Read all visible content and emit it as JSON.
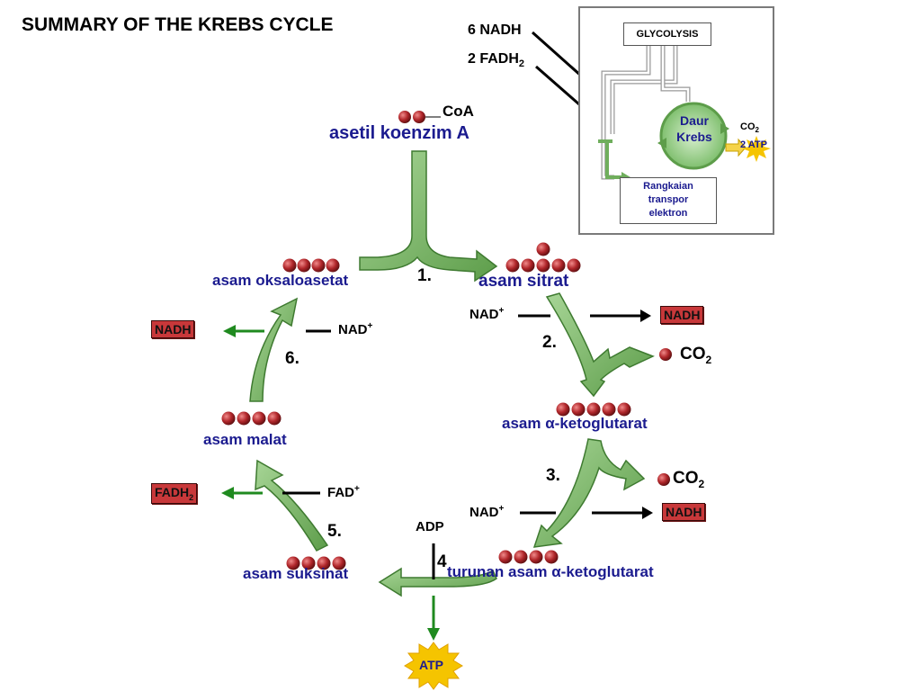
{
  "title": "SUMMARY OF THE KREBS CYCLE",
  "acetyl": {
    "coa": "CoA",
    "name": "asetil koenzim A"
  },
  "top_right": {
    "nadh": "6 NADH",
    "fadh": "2 FADH",
    "fadh_sub": "2"
  },
  "inset": {
    "glycolysis": "GLYCOLYSIS",
    "cycle_line1": "Daur",
    "cycle_line2": "Krebs",
    "co2": "CO",
    "co2_sub": "2",
    "atp": "2 ATP",
    "etc_line1": "Rangkaian",
    "etc_line2": "transpor",
    "etc_line3": "elektron"
  },
  "molecules": {
    "oxaloacetate": "asam oksaloasetat",
    "citrate": "asam sitrat",
    "ketoglutarate_prefix": "asam ",
    "alpha": "α",
    "ketoglutarate_suffix": "-ketoglutarat",
    "derivative_prefix": "turunan asam ",
    "derivative_suffix": "-ketoglutarat",
    "succinate": "asam suksinat",
    "malate": "asam malat"
  },
  "steps": {
    "s1": "1.",
    "s2": "2.",
    "s3": "3.",
    "s4": "4",
    "s5": "5.",
    "s6": "6."
  },
  "cofactors": {
    "nad_plus": "NAD",
    "plus": "+",
    "nadh": "NADH",
    "co2": "CO",
    "co2_sub": "2",
    "fad_plus": "FAD",
    "fadh": "FADH",
    "fadh_sub": "2",
    "adp": "ADP",
    "atp": "ATP"
  },
  "colors": {
    "arrow_green": "#6fae5c",
    "arrow_dark": "#3e7a30",
    "bead": "#b0262a",
    "label_blue": "#1b1b8f",
    "badge_red": "#c8383a",
    "release_green": "#1f8a1f",
    "atp_star": "#f5c400"
  }
}
